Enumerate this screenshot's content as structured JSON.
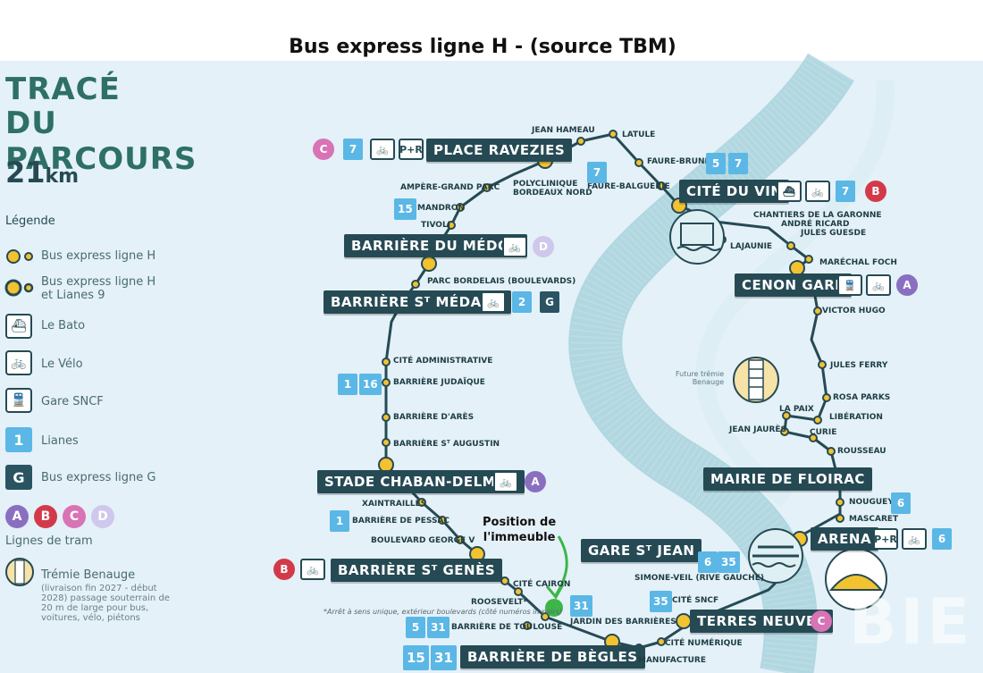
{
  "title": "Bus express ligne H - (source TBM)",
  "legend": {
    "title_line1": "TRACÉ",
    "title_line2": "DU PARCOURS",
    "distance_value": "21",
    "distance_unit": "km",
    "heading": "Légende",
    "items": [
      {
        "label": "Bus express ligne H",
        "icon": "stop-dots-icon"
      },
      {
        "label": "Bus express ligne H\net Lianes 9",
        "icon": "stop-dots-ringed-icon"
      },
      {
        "label": "Le Bato",
        "icon": "boat-icon"
      },
      {
        "label": "Le Vélo",
        "icon": "bike-icon"
      },
      {
        "label": "Gare SNCF",
        "icon": "train-icon"
      },
      {
        "label": "Lianes",
        "icon": "lianes-badge",
        "badge": "1"
      },
      {
        "label": "Bus express ligne G",
        "icon": "g-badge",
        "badge": "G"
      }
    ],
    "tram_letters": [
      "A",
      "B",
      "C",
      "D"
    ],
    "tram_label": "Lignes de tram",
    "tremie_label": "Trémie Benauge",
    "tremie_note": "(livraison fin 2027 - début 2028) passage souterrain de 20 m de large pour bus, voitures, vélo, piétons"
  },
  "colors": {
    "route": "#264a54",
    "stop": "#f2c230",
    "river": "#a8d2dc",
    "lianes": "#5bb7e5",
    "tram_a": "#8a6fc1",
    "tram_b": "#d23a4a",
    "tram_c": "#d873b5",
    "tram_d": "#cfc7ec",
    "position": "#3cb648"
  },
  "stations": {
    "place_ravezies": "PLACE RAVEZIES",
    "cite_du_vin": "CITÉ DU VIN",
    "barriere_medoc": "BARRIÈRE DU MÉDOC",
    "barriere_medard": "BARRIÈRE Sᵀ MÉDARD",
    "cenon_gare": "CENON GARE",
    "stade_chaban": "STADE CHABAN-DELMAS",
    "mairie_floirac": "MAIRIE DE FLOIRAC",
    "arena": "ARENA",
    "gare_st_jean": "GARE Sᵀ JEAN",
    "barriere_genes": "BARRIÈRE Sᵀ GENÈS",
    "terres_neuves": "TERRES NEUVES",
    "barriere_begles": "BARRIÈRE DE BÈGLES"
  },
  "small_stops": {
    "jean_hameau": "JEAN HAMEAU",
    "latule": "LATULE",
    "faure_brunet": "FAURE-BRUNET",
    "faure_balguerie": "FAURE-BALGUERIE",
    "ampere": "AMPÈRE-GRAND PARC",
    "polyclinique": "POLYCLINIQUE\nBORDEAUX NORD",
    "mandron": "MANDRON",
    "tivoli": "TIVOLI",
    "chantiers": "CHANTIERS DE LA GARONNE",
    "andre_ricard": "ANDRÉ RICARD",
    "jules_guesde": "JULES GUESDE",
    "lajaunie": "LAJAUNIE",
    "marechal_foch": "MARÉCHAL FOCH",
    "parc_bordelais": "PARC BORDELAIS (BOULEVARDS)",
    "victor_hugo": "VICTOR HUGO",
    "cite_admin": "CITÉ ADMINISTRATIVE",
    "barriere_judaique": "BARRIÈRE JUDAÏQUE",
    "jules_ferry": "JULES FERRY",
    "rosa_parks": "ROSA PARKS",
    "barriere_ares": "BARRIÈRE D'ARÈS",
    "la_paix": "LA PAIX",
    "liberation": "LIBÉRATION",
    "jean_jaures": "JEAN JAURÈS",
    "curie": "CURIE",
    "barriere_augustin": "BARRIÈRE Sᵀ AUGUSTIN",
    "rousseau": "ROUSSEAU",
    "nouguey": "NOUGUEYS",
    "xaintrailles": "XAINTRAILLES",
    "mascaret": "MASCARET",
    "barriere_pessac": "BARRIÈRE DE PESSAC",
    "boulevard_george": "BOULEVARD GEORGE V",
    "simone_veil": "SIMONE-VEIL (RIVE GAUCHE)",
    "cite_cairon": "CITÉ CAIRON",
    "cite_sncf": "CITÉ SNCF",
    "roosevelt": "ROOSEVELT*",
    "jardin_barrieres": "JARDIN DES BARRIÈRES",
    "barriere_toulouse": "BARRIÈRE DE TOULOUSE",
    "cite_numerique": "CITÉ NUMÉRIQUE",
    "manufacture": "MANUFACTURE"
  },
  "badges": {
    "n7": "7",
    "n5": "5",
    "n15": "15",
    "n2": "2",
    "g": "G",
    "n1": "1",
    "n16": "16",
    "n6": "6",
    "n35": "35",
    "n31": "31",
    "p_r": "P+R"
  },
  "trams": {
    "a": "A",
    "b": "B",
    "c": "C",
    "d": "D"
  },
  "future_label": "Future trémie\nBenauge",
  "note": "*Arrêt à sens unique, extérieur boulevards (côté numéros impairs)",
  "position_label": "Position de\nl'immeuble",
  "watermark": "BIE"
}
